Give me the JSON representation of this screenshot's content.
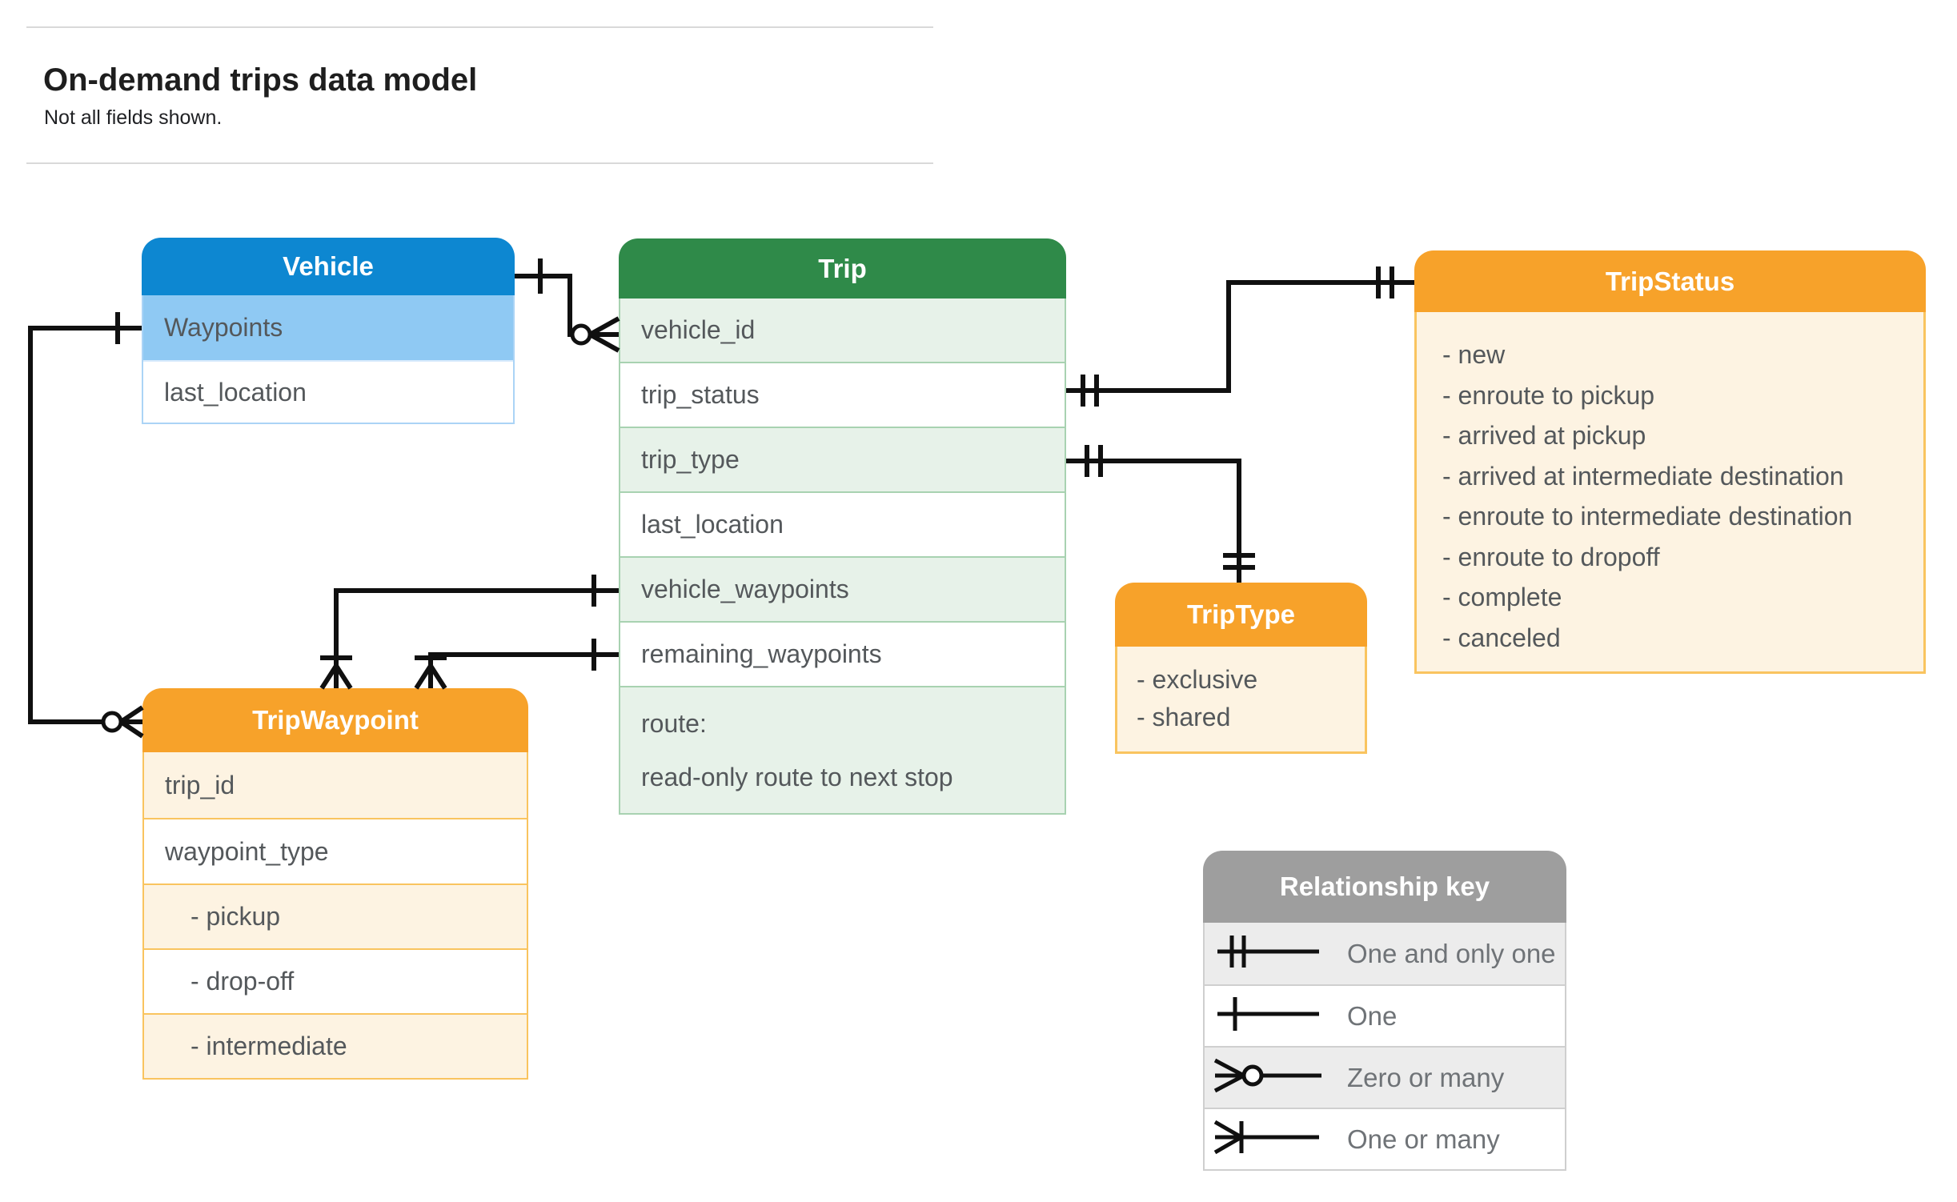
{
  "page": {
    "title": "On-demand trips data model",
    "subtitle": "Not all fields shown."
  },
  "colors": {
    "vehicle_header": "#0d87d1",
    "vehicle_highlight_row": "#8fc9f3",
    "trip_header": "#2f8a49",
    "trip_alt_row": "#e7f2e9",
    "orange_header": "#f7a22a",
    "orange_body": "#fdf3e2",
    "key_header": "#9e9e9e",
    "connector": "#101010"
  },
  "entities": {
    "vehicle": {
      "title": "Vehicle",
      "rows": [
        "Waypoints",
        "last_location"
      ]
    },
    "trip": {
      "title": "Trip",
      "rows": [
        "vehicle_id",
        "trip_status",
        "trip_type",
        "last_location",
        "vehicle_waypoints",
        "remaining_waypoints"
      ],
      "route_line1": "route:",
      "route_line2": "read-only route to next stop"
    },
    "trip_status": {
      "title": "TripStatus",
      "values": [
        "- new",
        "- enroute to pickup",
        "- arrived at pickup",
        "- arrived at intermediate destination",
        "- enroute to intermediate destination",
        "- enroute to dropoff",
        "- complete",
        "- canceled"
      ]
    },
    "trip_type": {
      "title": "TripType",
      "values": [
        "- exclusive",
        "- shared"
      ]
    },
    "trip_waypoint": {
      "title": "TripWaypoint",
      "rows": [
        "trip_id",
        "waypoint_type",
        "- pickup",
        "- drop-off",
        "- intermediate"
      ]
    }
  },
  "legend": {
    "title": "Relationship key",
    "items": [
      {
        "symbol": "one-and-only-one",
        "label": "One and only one"
      },
      {
        "symbol": "one",
        "label": "One"
      },
      {
        "symbol": "zero-or-many",
        "label": "Zero or many"
      },
      {
        "symbol": "one-or-many",
        "label": "One or many"
      }
    ]
  }
}
